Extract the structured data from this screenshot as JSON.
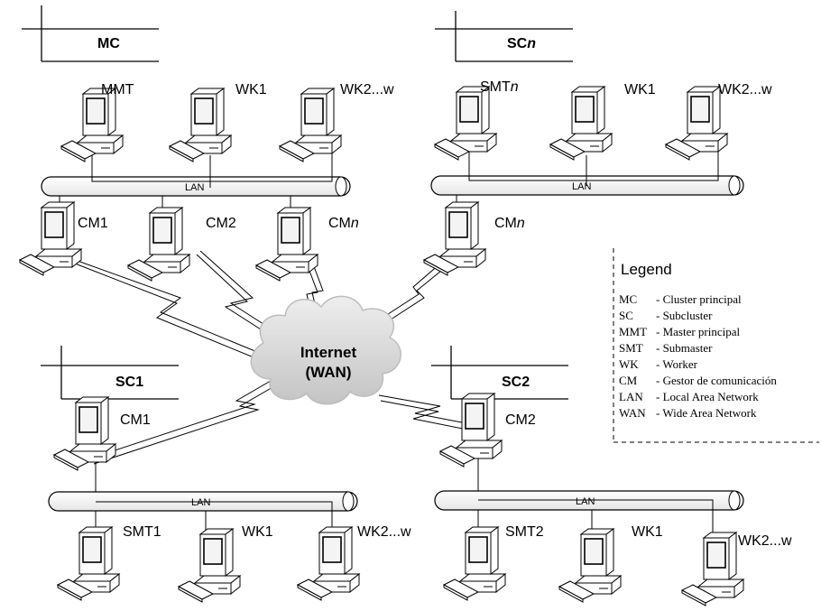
{
  "clusters": {
    "mc": {
      "title": "MC",
      "machines": [
        "MMT",
        "WK1",
        "WK2...w"
      ],
      "gateways": [
        "CM1",
        "CM2"
      ],
      "gateway_n": {
        "base": "CM",
        "sub": "n"
      },
      "lan": "LAN"
    },
    "scn": {
      "title": {
        "base": "SC",
        "sub": "n"
      },
      "submaster": {
        "base": "SMT",
        "sub": "n"
      },
      "machines": [
        "WK1",
        "WK2...w"
      ],
      "gateway": {
        "base": "CM",
        "sub": "n"
      },
      "lan": "LAN"
    },
    "sc1": {
      "title": "SC1",
      "gateway": "CM1",
      "machines": [
        "SMT1",
        "WK1",
        "WK2...w"
      ],
      "lan": "LAN"
    },
    "sc2": {
      "title": "SC2",
      "gateway": "CM2",
      "machines": [
        "SMT2",
        "WK1",
        "WK2...w"
      ],
      "lan": "LAN"
    }
  },
  "internet": {
    "line1": "Internet",
    "line2": "(WAN)"
  },
  "legend": {
    "title": "Legend",
    "items": [
      {
        "abbr": "MC",
        "desc": "- Cluster principal"
      },
      {
        "abbr": "SC",
        "desc": "- Subcluster"
      },
      {
        "abbr": "MMT",
        "desc": "- Master principal"
      },
      {
        "abbr": "SMT",
        "desc": "- Submaster"
      },
      {
        "abbr": "WK",
        "desc": "- Worker"
      },
      {
        "abbr": "CM",
        "desc": "- Gestor de comunicación"
      },
      {
        "abbr": "LAN",
        "desc": "- Local Area Network"
      },
      {
        "abbr": "WAN",
        "desc": "- Wide Area Network"
      }
    ]
  },
  "icons": {
    "computer": "computer-icon",
    "cloud": "cloud-icon"
  }
}
